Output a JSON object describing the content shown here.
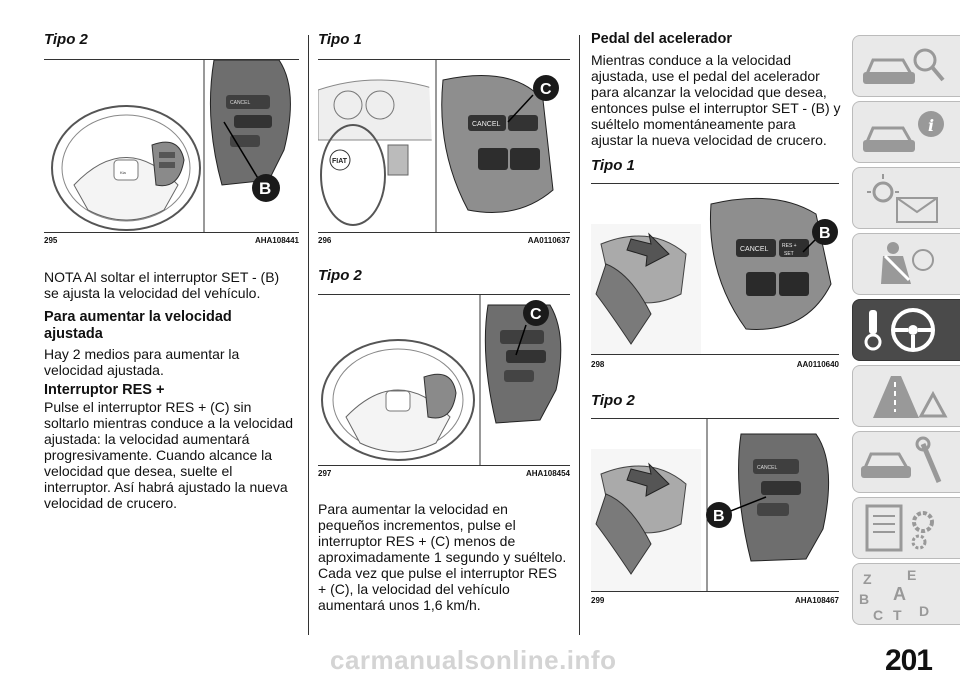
{
  "col1": {
    "heading_tipo2": "Tipo 2",
    "fig295": {
      "num": "295",
      "code": "AHA108441",
      "callout": "B"
    },
    "nota": "NOTA Al soltar el interruptor SET - (B) se ajusta la velocidad del vehículo.",
    "section_title": "Para aumentar la velocidad ajustada",
    "section_intro": "Hay 2 medios para aumentar la velocidad ajustada.",
    "sub_title": "Interruptor RES +",
    "sub_text": "Pulse el interruptor RES + (C) sin soltarlo mientras conduce a la velocidad ajustada: la velocidad aumentará progresivamente. Cuando alcance la velocidad que desea, suelte el interruptor. Así habrá ajustado la nueva velocidad de crucero."
  },
  "col2": {
    "heading_tipo1": "Tipo 1",
    "fig296": {
      "num": "296",
      "code": "AA0110637",
      "callout": "C"
    },
    "heading_tipo2": "Tipo 2",
    "fig297": {
      "num": "297",
      "code": "AHA108454",
      "callout": "C"
    },
    "para": "Para aumentar la velocidad en pequeños incrementos, pulse el interruptor RES + (C) menos de aproximadamente 1 segundo y suéltelo. Cada vez que pulse el interruptor RES + (C), la velocidad del vehículo aumentará unos 1,6 km/h."
  },
  "col3": {
    "section_title": "Pedal del acelerador",
    "para": "Mientras conduce a la velocidad ajustada, use el pedal del acelerador para alcanzar la velocidad que desea, entonces pulse el interruptor SET - (B) y suéltelo momentáneamente para ajustar la nueva velocidad de crucero.",
    "heading_tipo1": "Tipo 1",
    "fig298": {
      "num": "298",
      "code": "AA0110640",
      "callout": "B"
    },
    "heading_tipo2": "Tipo 2",
    "fig299": {
      "num": "299",
      "code": "AHA108467",
      "callout": "B"
    }
  },
  "switch_labels": {
    "cancel": "CANCEL",
    "res": "RES +",
    "set": "SET"
  },
  "side_tabs": [
    {
      "icon": "car-search-icon",
      "active": false
    },
    {
      "icon": "car-info-icon",
      "active": false
    },
    {
      "icon": "warning-lights-envelope-icon",
      "active": false
    },
    {
      "icon": "seatbelt-airbag-icon",
      "active": false
    },
    {
      "icon": "key-steering-wheel-icon",
      "active": true
    },
    {
      "icon": "road-warning-icon",
      "active": false
    },
    {
      "icon": "car-wrench-icon",
      "active": false
    },
    {
      "icon": "specs-gears-icon",
      "active": false
    },
    {
      "icon": "alphabet-index-icon",
      "active": false
    }
  ],
  "index_letters": [
    "Z",
    "E",
    "A",
    "B",
    "C",
    "T",
    "D"
  ],
  "page_number": "201",
  "watermark": "carmanualsonline.info"
}
